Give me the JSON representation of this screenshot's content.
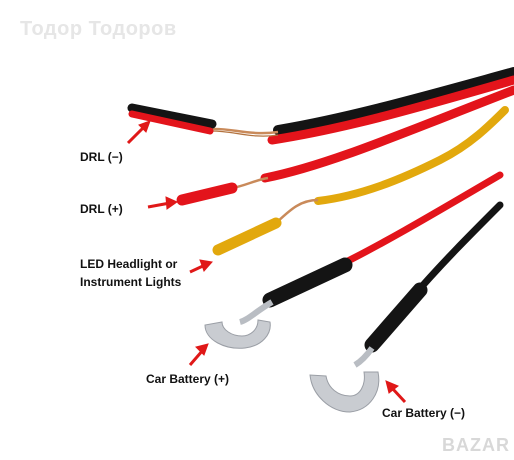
{
  "watermark": "Тодор Тодоров",
  "labels": {
    "drl_minus": "DRL (−)",
    "drl_plus": "DRL (+)",
    "led_line1": "LED Headlight or",
    "led_line2": "Instrument Lights",
    "battery_plus": "Car Battery (+)",
    "battery_minus": "Car Battery (−)"
  },
  "brand_mark": "BAZAR",
  "colors": {
    "red_wire": "#e3141b",
    "black_wire": "#141414",
    "yellow_wire": "#e2a80d",
    "copper": "#c98a5a",
    "arrow": "#e01818",
    "terminal": "#c9ccd1"
  }
}
